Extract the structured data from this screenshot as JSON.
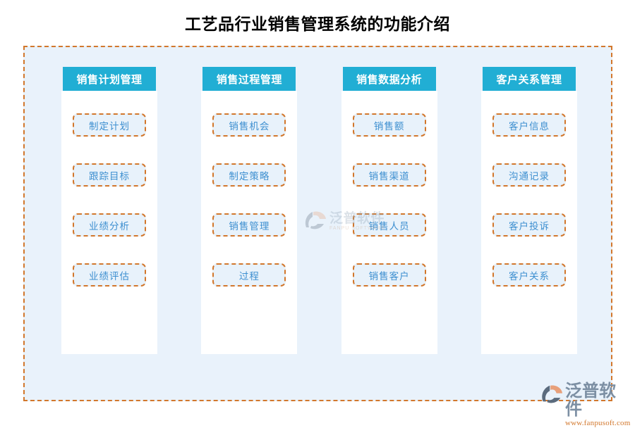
{
  "page": {
    "title": "工艺品行业销售管理系统的功能介绍",
    "background_color": "#ffffff",
    "panel_background_color": "#e9f2fb",
    "panel_border_color": "#d2772c",
    "header_color": "#21aed4",
    "item_text_color": "#3d8fd0",
    "item_background_color": "#e8f2fb",
    "item_border_color": "#d2772c"
  },
  "columns": [
    {
      "header": "销售计划管理",
      "items": [
        {
          "label": "制定计划"
        },
        {
          "label": "跟踪目标"
        },
        {
          "label": "业绩分析"
        },
        {
          "label": "业绩评估"
        }
      ]
    },
    {
      "header": "销售过程管理",
      "items": [
        {
          "label": "销售机会"
        },
        {
          "label": "制定策略"
        },
        {
          "label": "销售管理"
        },
        {
          "label": "过程"
        }
      ]
    },
    {
      "header": "销售数据分析",
      "items": [
        {
          "label": "销售额"
        },
        {
          "label": "销售渠道"
        },
        {
          "label": "销售人员"
        },
        {
          "label": "销售客户"
        }
      ]
    },
    {
      "header": "客户关系管理",
      "items": [
        {
          "label": "客户信息"
        },
        {
          "label": "沟通记录"
        },
        {
          "label": "客户投诉"
        },
        {
          "label": "客户关系"
        }
      ]
    }
  ],
  "brand": {
    "name": "泛普软件",
    "url": "www.fanpusoft.com",
    "mark_dark_color": "#5b6b7d",
    "mark_accent_color": "#e8a07a"
  },
  "watermark": {
    "name": "泛普软件",
    "sub": "FANPU SOFTWARE"
  }
}
